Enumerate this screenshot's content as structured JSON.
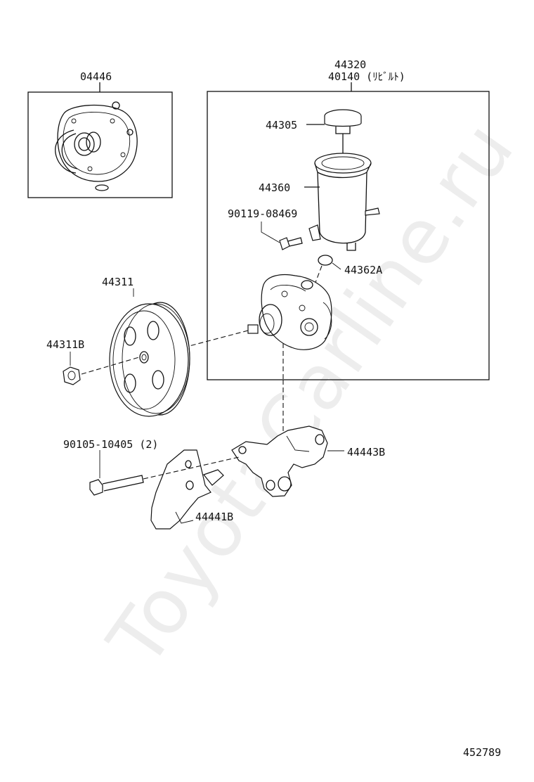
{
  "watermark": "ToyotaCarline.ru",
  "labels": {
    "l04446": "04446",
    "l44320": "44320",
    "l40140": "40140 (ﾘﾋﾞﾙﾄ)",
    "l44305": "44305",
    "l44360": "44360",
    "l90119": "90119-08469",
    "l44362a": "44362A",
    "l44311": "44311",
    "l44311b": "44311B",
    "l90105": "90105-10405 (2)",
    "l44443b": "44443B",
    "l44441b": "44441B",
    "diagram_id": "452789"
  }
}
